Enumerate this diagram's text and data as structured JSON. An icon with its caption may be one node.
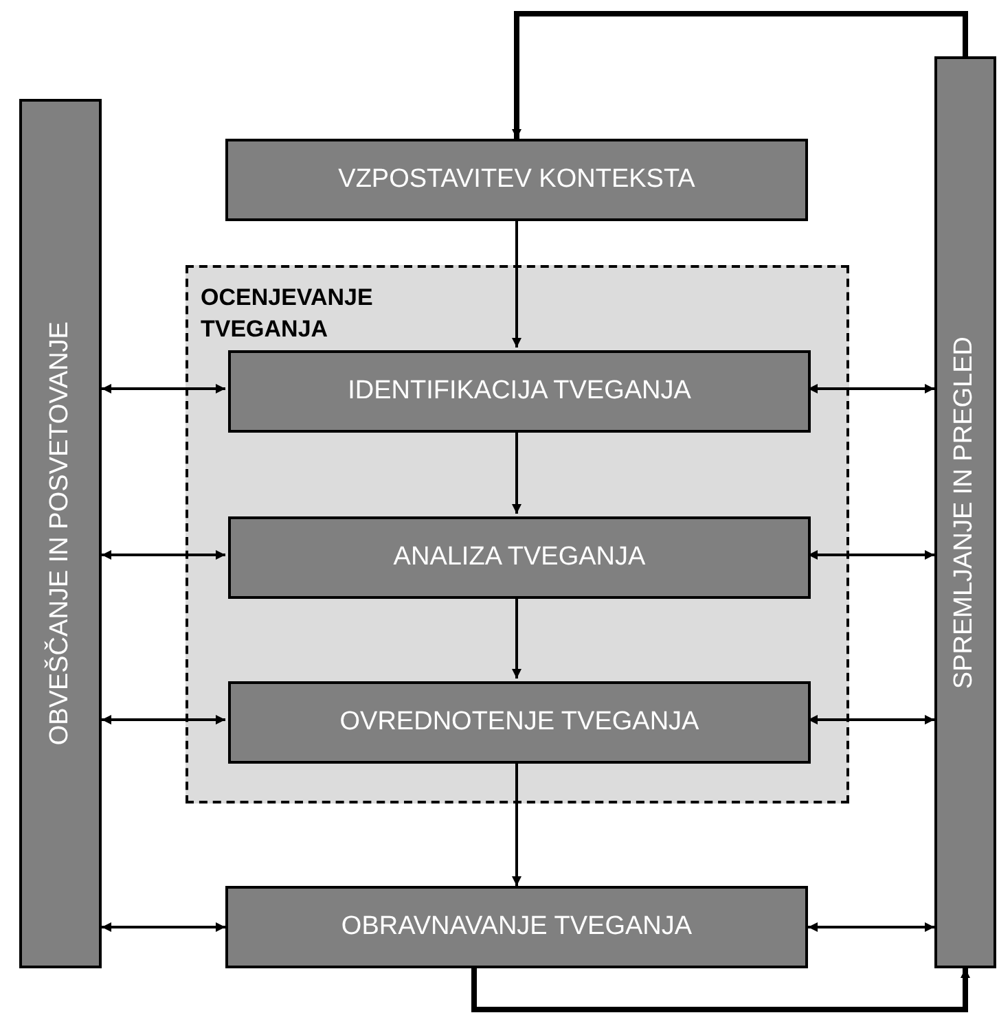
{
  "diagram": {
    "nodes": [
      {
        "text": [
          "OBVEŠČANJE IN POSVETOVANJE"
        ]
      },
      {
        "text": [
          "VZPOSTAVITEV KONTEKSTA"
        ]
      },
      {
        "text": [
          "OCENJEVANJE TVEGANJA"
        ]
      },
      {
        "text": [
          "IDENTIFIKACIJA TVEGANJA"
        ],
        "in": 2
      },
      {
        "text": [
          "ANALIZA TVEGANJA"
        ],
        "in": 2
      },
      {
        "text": [
          "OVREDNOTENJE TVEGANJA"
        ],
        "in": 2
      },
      {
        "text": [
          "OBRAVNAVANJE TVEGANJA"
        ]
      },
      {
        "text": [
          "SPREMLJANJE IN PREGLED"
        ]
      }
    ],
    "edges": [
      {
        "from": 7,
        "to": 1,
        "arrow": "to",
        "style": "thick"
      },
      {
        "from": 1,
        "to": 3,
        "arrow": "to"
      },
      {
        "from": 3,
        "to": 4,
        "arrow": "to"
      },
      {
        "from": 4,
        "to": 5,
        "arrow": "to"
      },
      {
        "from": 5,
        "to": 6,
        "arrow": "to"
      },
      {
        "from": 6,
        "to": 7,
        "arrow": "to",
        "style": "thick"
      },
      {
        "from": 0,
        "to": 3,
        "arrow": "both"
      },
      {
        "from": 0,
        "to": 4,
        "arrow": "both"
      },
      {
        "from": 0,
        "to": 5,
        "arrow": "both"
      },
      {
        "from": 0,
        "to": 6,
        "arrow": "both"
      },
      {
        "from": 3,
        "to": 7,
        "arrow": "both"
      },
      {
        "from": 4,
        "to": 7,
        "arrow": "both"
      },
      {
        "from": 5,
        "to": 7,
        "arrow": "both"
      },
      {
        "from": 6,
        "to": 7,
        "arrow": "both"
      }
    ]
  }
}
